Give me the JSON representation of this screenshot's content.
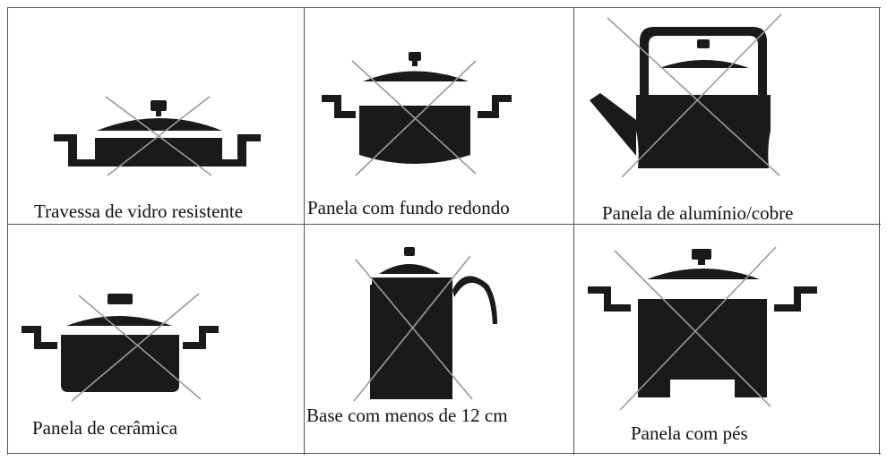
{
  "colors": {
    "icon": "#1a1a1a",
    "cross": "#9a9a9a",
    "grid": "#555555"
  },
  "cells": [
    {
      "icon": "glass-dish-icon",
      "caption": "Travessa de vidro resistente"
    },
    {
      "icon": "round-bottom-pot-icon",
      "caption": "Panela com fundo redondo"
    },
    {
      "icon": "aluminum-kettle-icon",
      "caption": "Panela de alumínio/cobre"
    },
    {
      "icon": "ceramic-pot-icon",
      "caption": "Panela de cerâmica"
    },
    {
      "icon": "coffee-pot-icon",
      "caption": "Base com menos de 12 cm"
    },
    {
      "icon": "footed-pot-icon",
      "caption": "Panela com pés"
    }
  ]
}
